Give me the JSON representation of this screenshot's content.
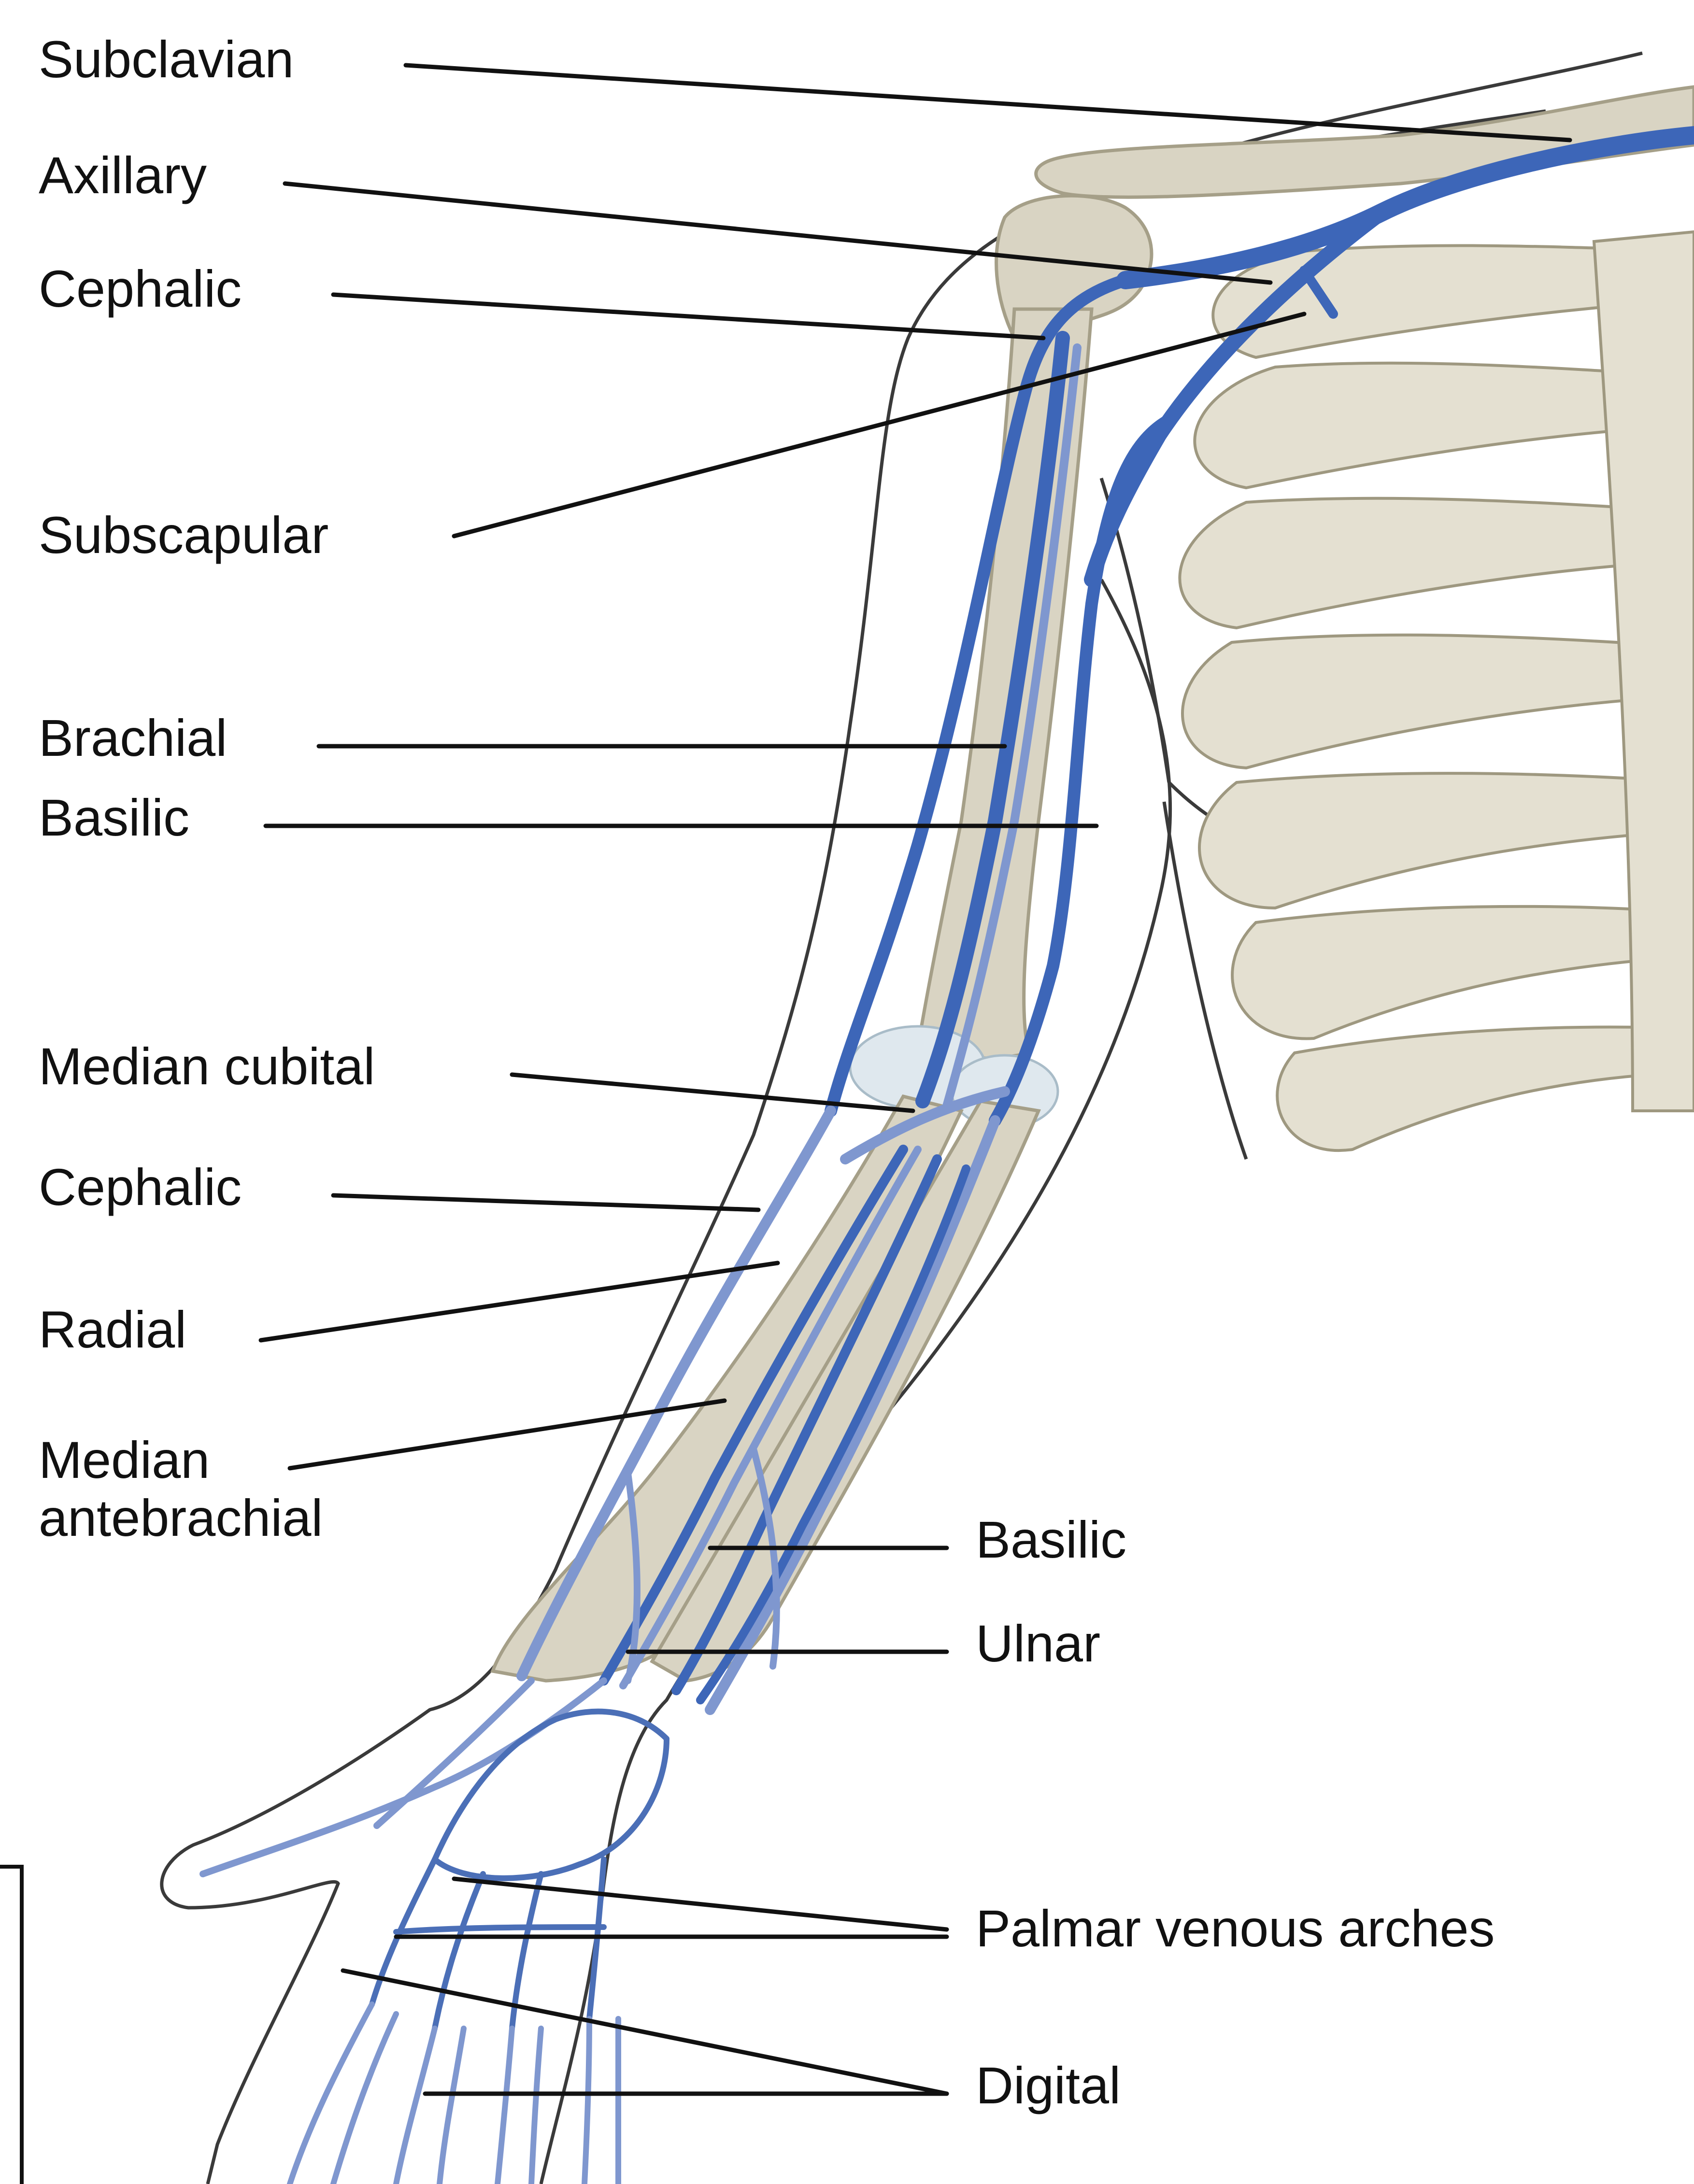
{
  "labels": {
    "subclavian": "Subclavian",
    "axillary": "Axillary",
    "cephalic_upper": "Cephalic",
    "subscapular": "Subscapular",
    "brachial": "Brachial",
    "basilic_upper": "Basilic",
    "median_cubital": "Median cubital",
    "cephalic_lower": "Cephalic",
    "radial": "Radial",
    "median_antebrachial_line1": "Median",
    "median_antebrachial_line2": "antebrachial",
    "basilic_lower": "Basilic",
    "ulnar": "Ulnar",
    "palmar_venous_arches": "Palmar venous arches",
    "digital": "Digital"
  },
  "colors": {
    "deep_vein": "#3d66b8",
    "superficial_vein": "#7f97cf",
    "bone": "#d9d4c3",
    "joint_cartilage": "#dfe8ee",
    "outline": "#3a3a3a",
    "label_text": "#111111"
  }
}
